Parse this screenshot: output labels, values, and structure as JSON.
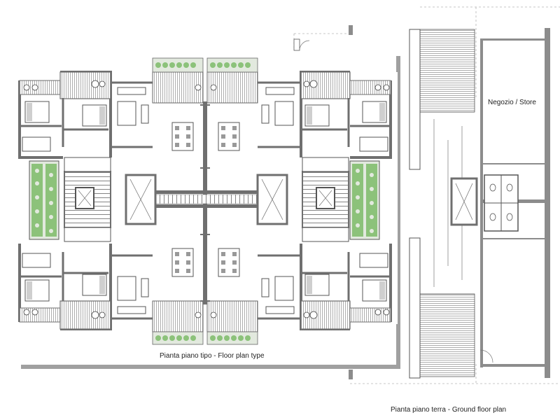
{
  "labels": {
    "floor_plan_type": "Pianta piano tipo - Floor plan type",
    "store": "Negozio / Store",
    "ground_floor_plan": "Pianta piano terra - Ground floor plan"
  },
  "colors": {
    "wall": "#8c8c8c",
    "wall_dark": "#6f6f6f",
    "line": "#555555",
    "planter_green": "#8cc27a",
    "planter_bg": "#e2e9de",
    "terrace_hatch": "#9a9a9a",
    "dashed": "#b0b0b0"
  }
}
